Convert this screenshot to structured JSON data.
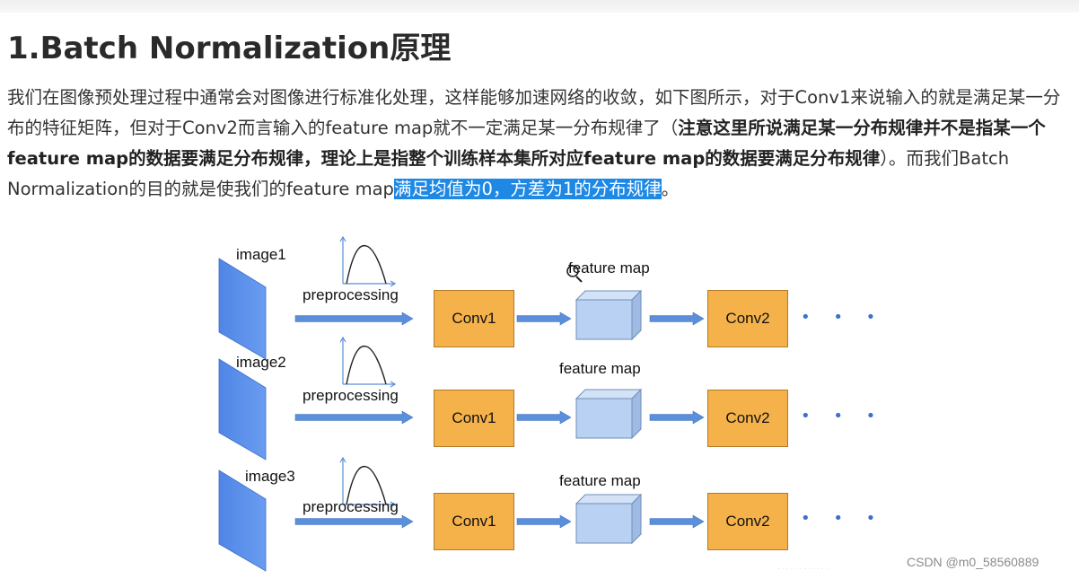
{
  "title": "1.Batch Normalization原理",
  "paragraph": {
    "line1": "我们在图像预处理过程中通常会对图像进行标准化处理，这样能够加速网络的收敛，如下图所示，对于Conv1来说输入的就是满足某一分",
    "line2_normal": "布的特征矩阵，但对于Conv2而言输入的feature map就不一定满足某一分布规律了（",
    "line2_bold": "注意这里所说满足某一分布规律并不是指某一个",
    "line3_bold": "feature map的数据要满足分布规律，理论上是指整个训练样本集所对应feature map的数据要满足分布规律",
    "line3_normal": "）。而我们Batch",
    "line4_normal": "Normalization的目的就是使我们的feature map",
    "line4_highlight": "满足均值为0，方差为1的分布规律",
    "line4_end": "。"
  },
  "diagram": {
    "rows": [
      {
        "image": "image1",
        "preprocess": "preprocessing",
        "conv1": "Conv1",
        "feature": "feature map",
        "conv2": "Conv2"
      },
      {
        "image": "image2",
        "preprocess": "preprocessing",
        "conv1": "Conv1",
        "feature": "feature map",
        "conv2": "Conv2"
      },
      {
        "image": "image3",
        "preprocess": "preprocessing",
        "conv1": "Conv1",
        "feature": "feature map",
        "conv2": "Conv2"
      }
    ],
    "dots": "• • •"
  },
  "watermark": "CSDN @m0_58560889",
  "colors": {
    "arrow": "#5b8fd9",
    "conv": "#f5b24a",
    "cube": "#b9d1f2",
    "image": "#5b8fe8",
    "highlight": "#1e88e5"
  }
}
